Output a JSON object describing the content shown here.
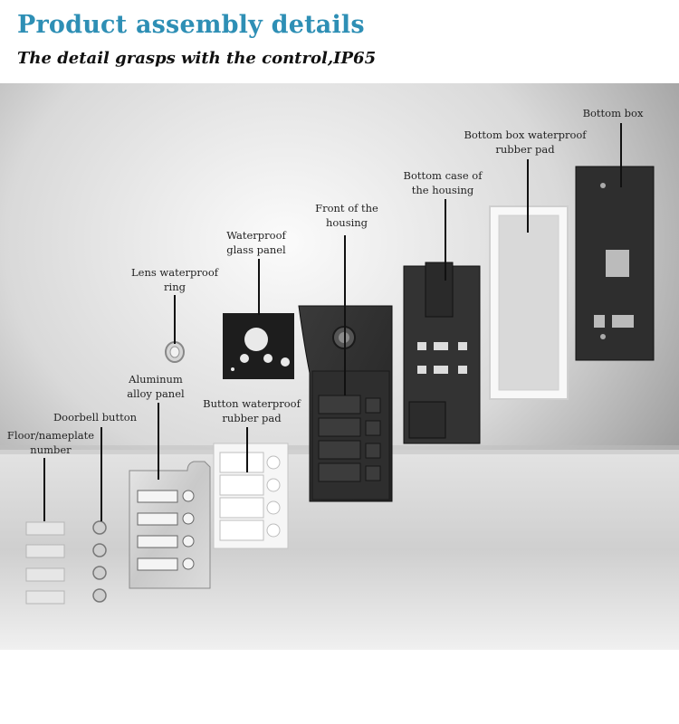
{
  "header": {
    "title": "Product assembly details",
    "subtitle": "The detail grasps with the control,IP65"
  },
  "labels": {
    "bottom_box": [
      "Bottom box"
    ],
    "bottom_box_pad": [
      "Bottom box waterproof",
      "rubber pad"
    ],
    "bottom_case": [
      "Bottom case of",
      "the housing"
    ],
    "front_housing": [
      "Front of the",
      "housing"
    ],
    "glass_panel": [
      "Waterproof",
      "glass panel"
    ],
    "lens_ring": [
      "Lens waterproof",
      "ring"
    ],
    "aluminum_panel": [
      "Aluminum",
      "alloy panel"
    ],
    "button_pad": [
      "Button waterproof",
      "rubber pad"
    ],
    "doorbell_button": [
      "Doorbell button"
    ],
    "nameplate": [
      "Floor/nameplate",
      "number"
    ]
  },
  "colors": {
    "title": "#2e8fb5",
    "subtitle": "#111111",
    "housing": "#2b2b2b",
    "case": "#2f2f2f",
    "panel": "#d9d9d9"
  }
}
